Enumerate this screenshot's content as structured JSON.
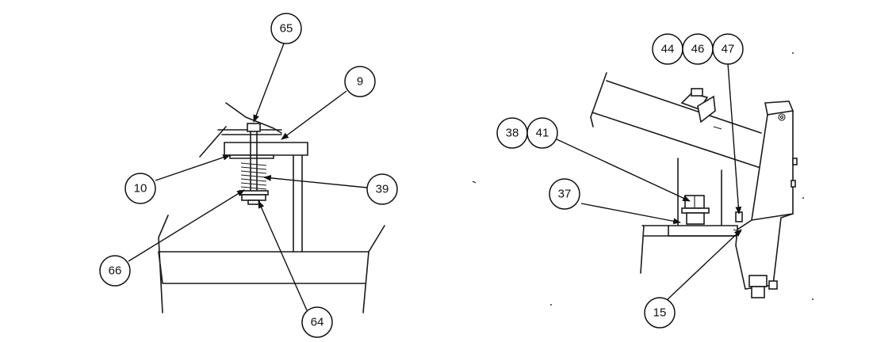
{
  "callouts": {
    "left": {
      "c65": "65",
      "c9": "9",
      "c10": "10",
      "c39": "39",
      "c66": "66",
      "c64": "64"
    },
    "right": {
      "c44": "44",
      "c46": "46",
      "c47": "47",
      "c38": "38",
      "c41": "41",
      "c37": "37",
      "c15": "15"
    }
  },
  "colors": {
    "line": "#1a1a1a",
    "background": "#ffffff"
  }
}
